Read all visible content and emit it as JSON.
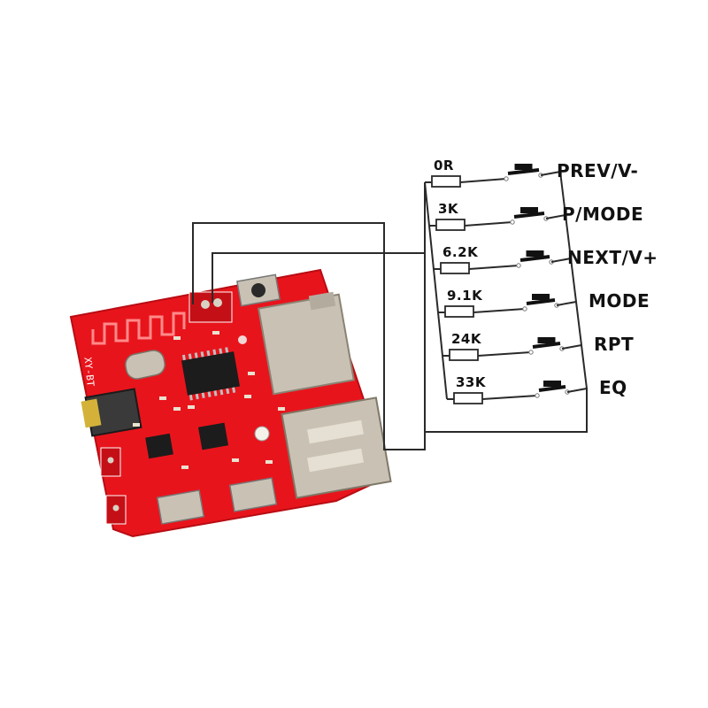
{
  "board": {
    "silkscreen_name": "XY-BT"
  },
  "buttons": [
    {
      "resistor": "0R",
      "label": "PREV/V-"
    },
    {
      "resistor": "3K",
      "label": "P/MODE"
    },
    {
      "resistor": "6.2K",
      "label": "NEXT/V+"
    },
    {
      "resistor": "9.1K",
      "label": "MODE"
    },
    {
      "resistor": "24K",
      "label": "RPT"
    },
    {
      "resistor": "33K",
      "label": "EQ"
    }
  ],
  "colors": {
    "pcb": "#e8141c",
    "wire": "#2a2a2a",
    "chip": "#1c1c1c",
    "metal": "#c9c2b4"
  }
}
